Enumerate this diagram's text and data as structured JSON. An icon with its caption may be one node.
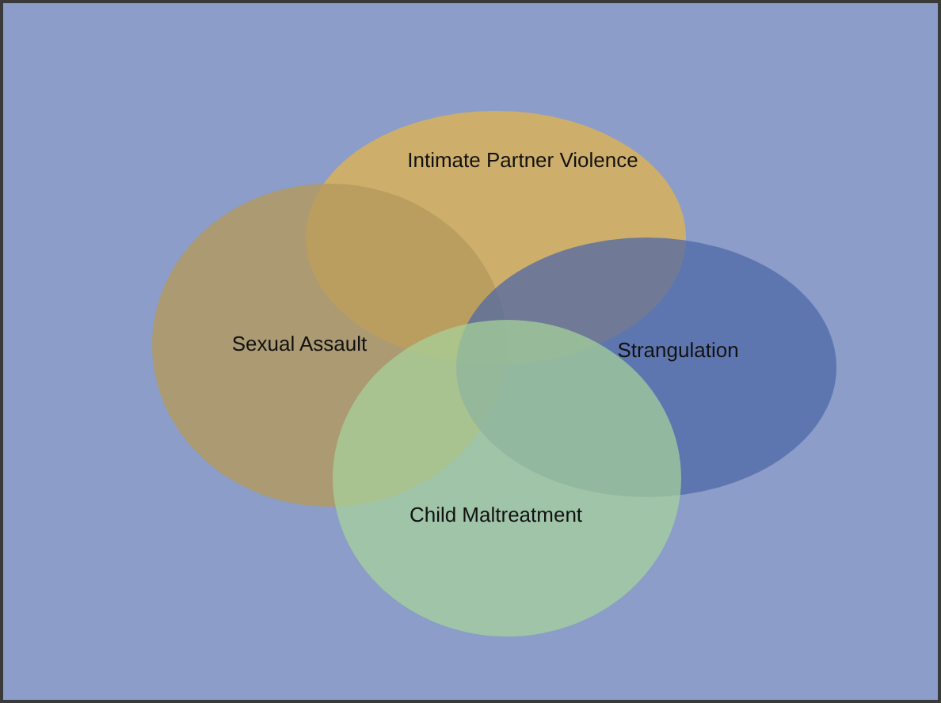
{
  "diagram": {
    "nodes": [
      {
        "text": [
          "Intimate Partner Violence"
        ]
      },
      {
        "text": [
          "Sexual Assault"
        ]
      },
      {
        "text": [
          "Strangulation"
        ]
      },
      {
        "text": [
          "Child Maltreatment"
        ]
      }
    ],
    "edges": []
  }
}
